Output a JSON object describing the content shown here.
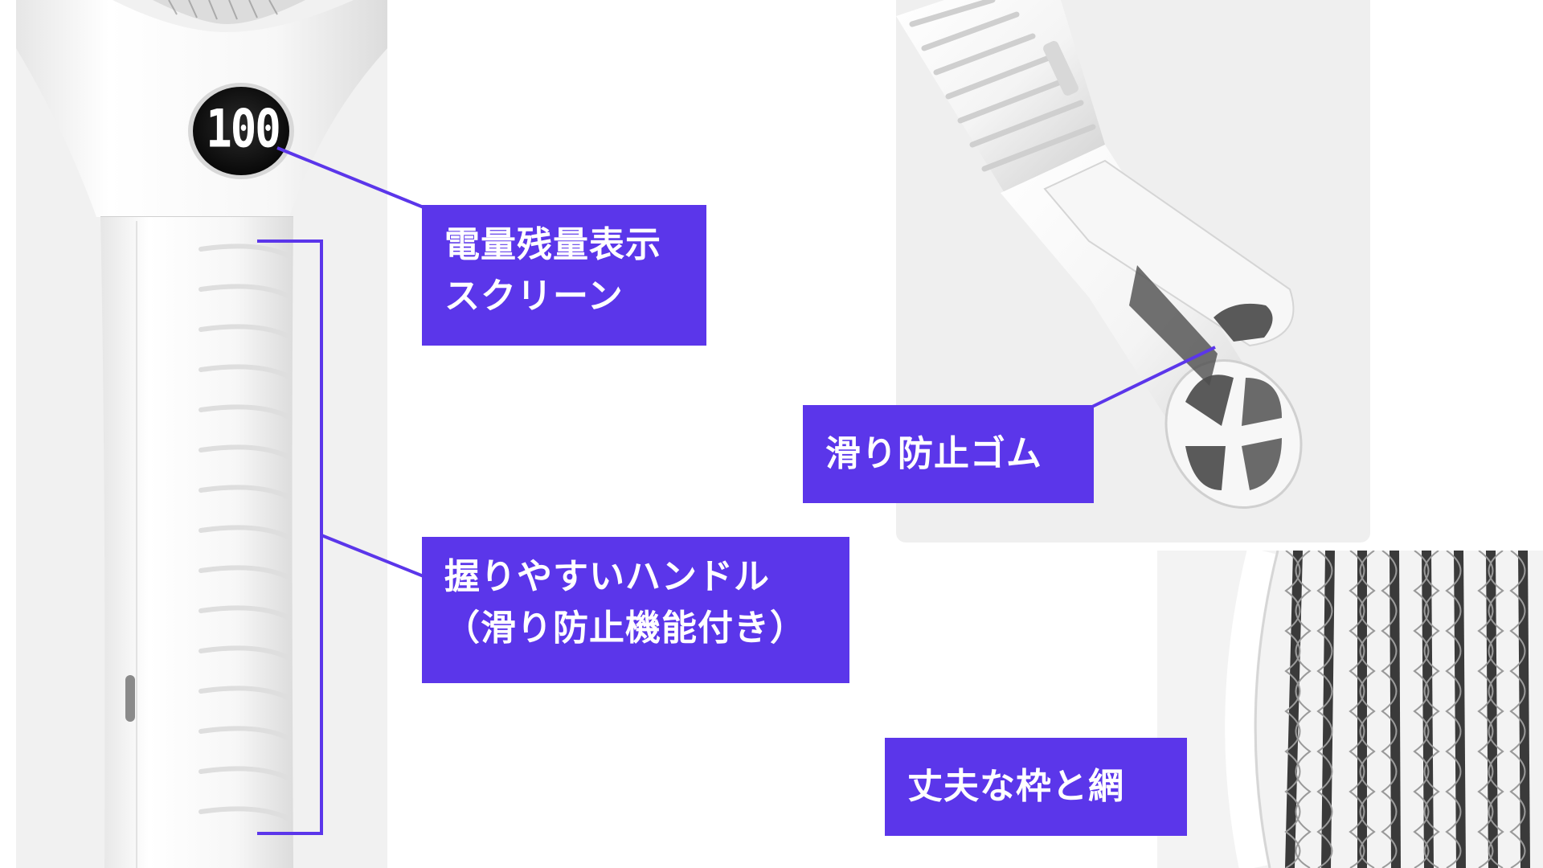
{
  "display": {
    "battery_value": "100"
  },
  "callouts": {
    "battery": {
      "line1": "電量残量表示",
      "line2": "スクリーン"
    },
    "grip": {
      "line1": "握りやすいハンドル",
      "line2": "（滑り防止機能付き）"
    },
    "antislip": {
      "line1": "滑り防止ゴム"
    },
    "frame": {
      "line1": "丈夫な枠と網"
    }
  },
  "colors": {
    "accent": "#5b36ea",
    "panel_bg": "#f1f1f1",
    "product_white": "#fafafa"
  }
}
